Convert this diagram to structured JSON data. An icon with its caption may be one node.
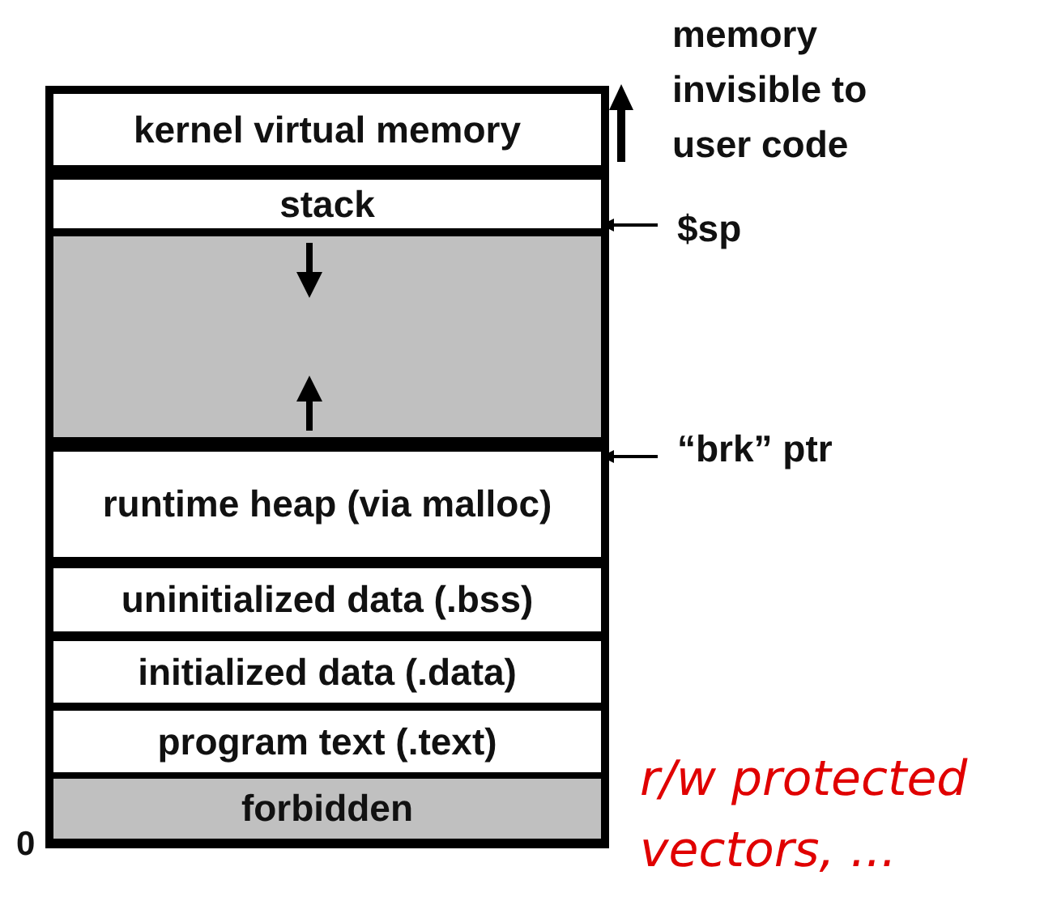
{
  "diagram": {
    "nodes": [
      {
        "text": [
          "kernel virtual memory"
        ]
      },
      {
        "text": [
          "stack"
        ]
      },
      {
        "text": [],
        "shape": "box"
      },
      {
        "text": [
          "runtime heap (via malloc)"
        ]
      },
      {
        "text": [
          "uninitialized data (.bss)"
        ]
      },
      {
        "text": [
          "initialized data (.data)"
        ]
      },
      {
        "text": [
          "program text (.text)"
        ]
      },
      {
        "text": [
          "forbidden"
        ]
      },
      {
        "text": [
          "$sp"
        ]
      },
      {
        "text": [
          "“brk” ptr"
        ]
      }
    ],
    "edges": [
      {
        "from": 8,
        "to": 1,
        "arrow": "to"
      },
      {
        "from": 9,
        "to": 3,
        "arrow": "to"
      }
    ],
    "labels": [
      "memory invisible to user code",
      "0",
      "r/w protected vectors, ..."
    ]
  }
}
